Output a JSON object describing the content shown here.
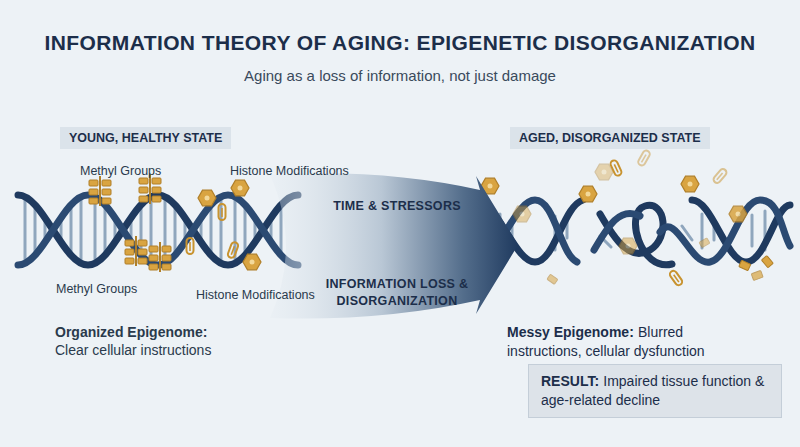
{
  "diagram": {
    "title": "INFORMATION THEORY OF AGING: EPIGENETIC DISORGANIZATION",
    "nodes": [
      {
        "text": [
          "YOUNG, HEALTHY STATE"
        ]
      },
      {
        "text": [
          "TIME & STRESSORS",
          "INFORMATION LOSS & DISORGANIZATION"
        ]
      },
      {
        "text": [
          "AGED, DISORGANIZED STATE"
        ]
      },
      {
        "text": [
          "RESULT:",
          "Impaired tissue function & age-related decline"
        ]
      }
    ],
    "labels": [
      "Aging as a loss of information, not just damage",
      "Methyl Groups",
      "Histone Modifications",
      "Methyl Groups",
      "Histone Modifications",
      "Organized Epigenome:",
      "Clear cellular instructions",
      "Messy Epigenome:",
      "Blurred instructions, cellular dysfunction"
    ]
  }
}
